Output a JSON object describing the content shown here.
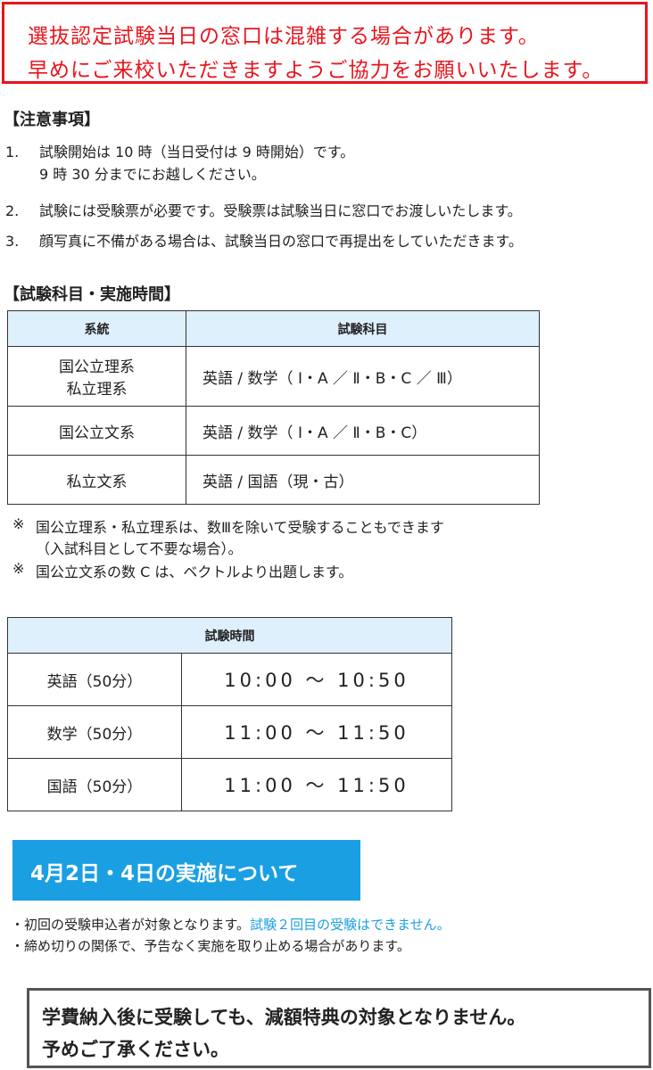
{
  "notice": {
    "line1": "選抜認定試験当日の窓口は混雑する場合があります。",
    "line2": "早めにご来校いただきますようご協力をお願いいたします。"
  },
  "precautions": {
    "heading": "【注意事項】",
    "items": [
      {
        "num": "1.",
        "text": "試験開始は 10 時（当日受付は 9 時開始）です。",
        "text2": "9 時 30 分までにお越しください。"
      },
      {
        "num": "2.",
        "text": "試験には受験票が必要です。受験票は試験当日に窓口でお渡しいたします。"
      },
      {
        "num": "3.",
        "text": "顔写真に不備がある場合は、試験当日の窓口で再提出をしていただきます。"
      }
    ]
  },
  "subjects": {
    "heading": "【試験科目・実施時間】",
    "col1": "系統",
    "col2": "試験科目",
    "rows": [
      {
        "track": "国公立理系",
        "track2": "私立理系",
        "subjects": "英語 / 数学（ Ⅰ・A ／ Ⅱ・B・C ／ Ⅲ）"
      },
      {
        "track": "国公立文系",
        "subjects": "英語 / 数学（ Ⅰ・A ／ Ⅱ・B・C）"
      },
      {
        "track": "私立文系",
        "subjects": "英語 / 国語（現・古）"
      }
    ],
    "notes": [
      {
        "mark": "※",
        "text": "国公立理系・私立理系は、数Ⅲを除いて受験することもできます",
        "text2": "（入試科目として不要な場合）。"
      },
      {
        "mark": "※",
        "text": "国公立文系の数 C は、ベクトルより出題します。"
      }
    ]
  },
  "times": {
    "header": "試験時間",
    "rows": [
      {
        "subject": "英語（50分）",
        "time": "10:00 ～ 10:50"
      },
      {
        "subject": "数学（50分）",
        "time": "11:00 ～ 11:50"
      },
      {
        "subject": "国語（50分）",
        "time": "11:00 ～ 11:50"
      }
    ]
  },
  "april": {
    "title": "4月2日・4日の実施について",
    "bullets": [
      {
        "text": "・初回の受験申込者が対象となります。",
        "highlight": "試験２回目の受験はできません。"
      },
      {
        "text": "・締め切りの関係で、予告なく実施を取り止める場合があります。"
      }
    ]
  },
  "warning": {
    "line1": "学費納入後に受験しても、減額特典の対象となりません。",
    "line2": "予めご了承ください。"
  },
  "colors": {
    "red": "#e8141c",
    "blue": "#1a9fe3",
    "header_bg": "#ddf0fb"
  }
}
